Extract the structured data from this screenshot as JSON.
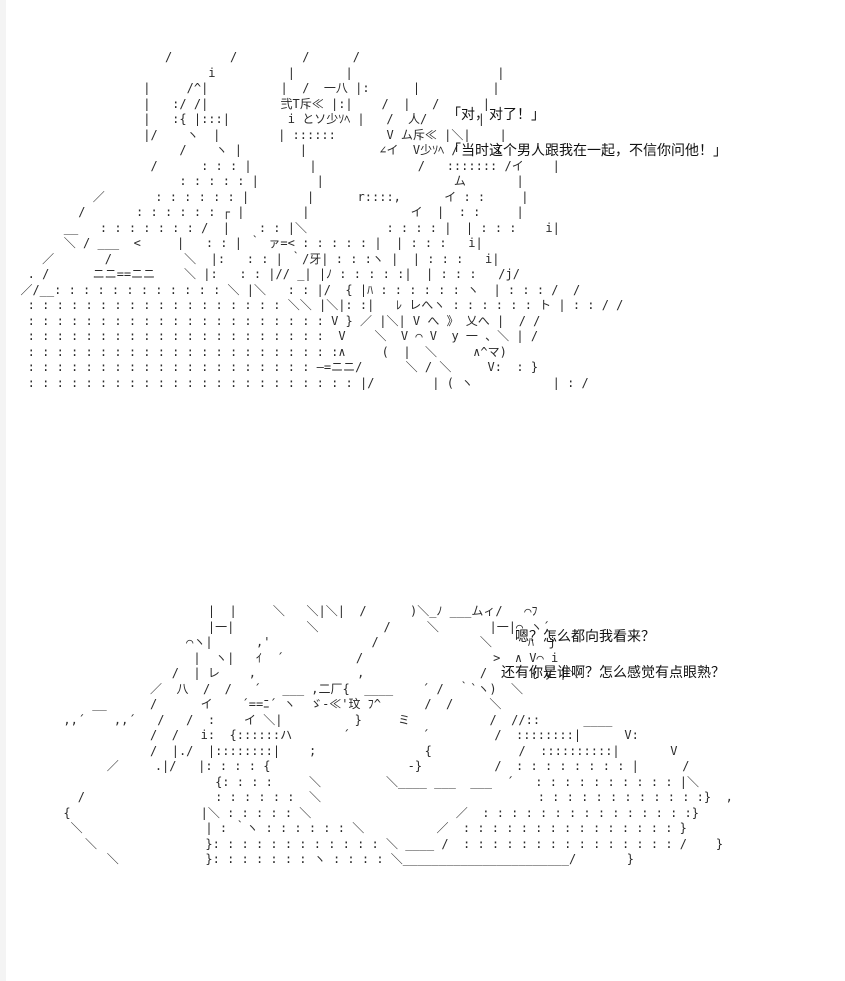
{
  "panel_top": {
    "dialogue": [
      "「对，对了！」",
      "「当时这个男人跟我在一起，不信你问他！」"
    ]
  },
  "panel_bottom": {
    "dialogue": [
      "嗯？怎么都向我看来？",
      "还有你是谁啊？怎么感觉有点眼熟？"
    ]
  }
}
